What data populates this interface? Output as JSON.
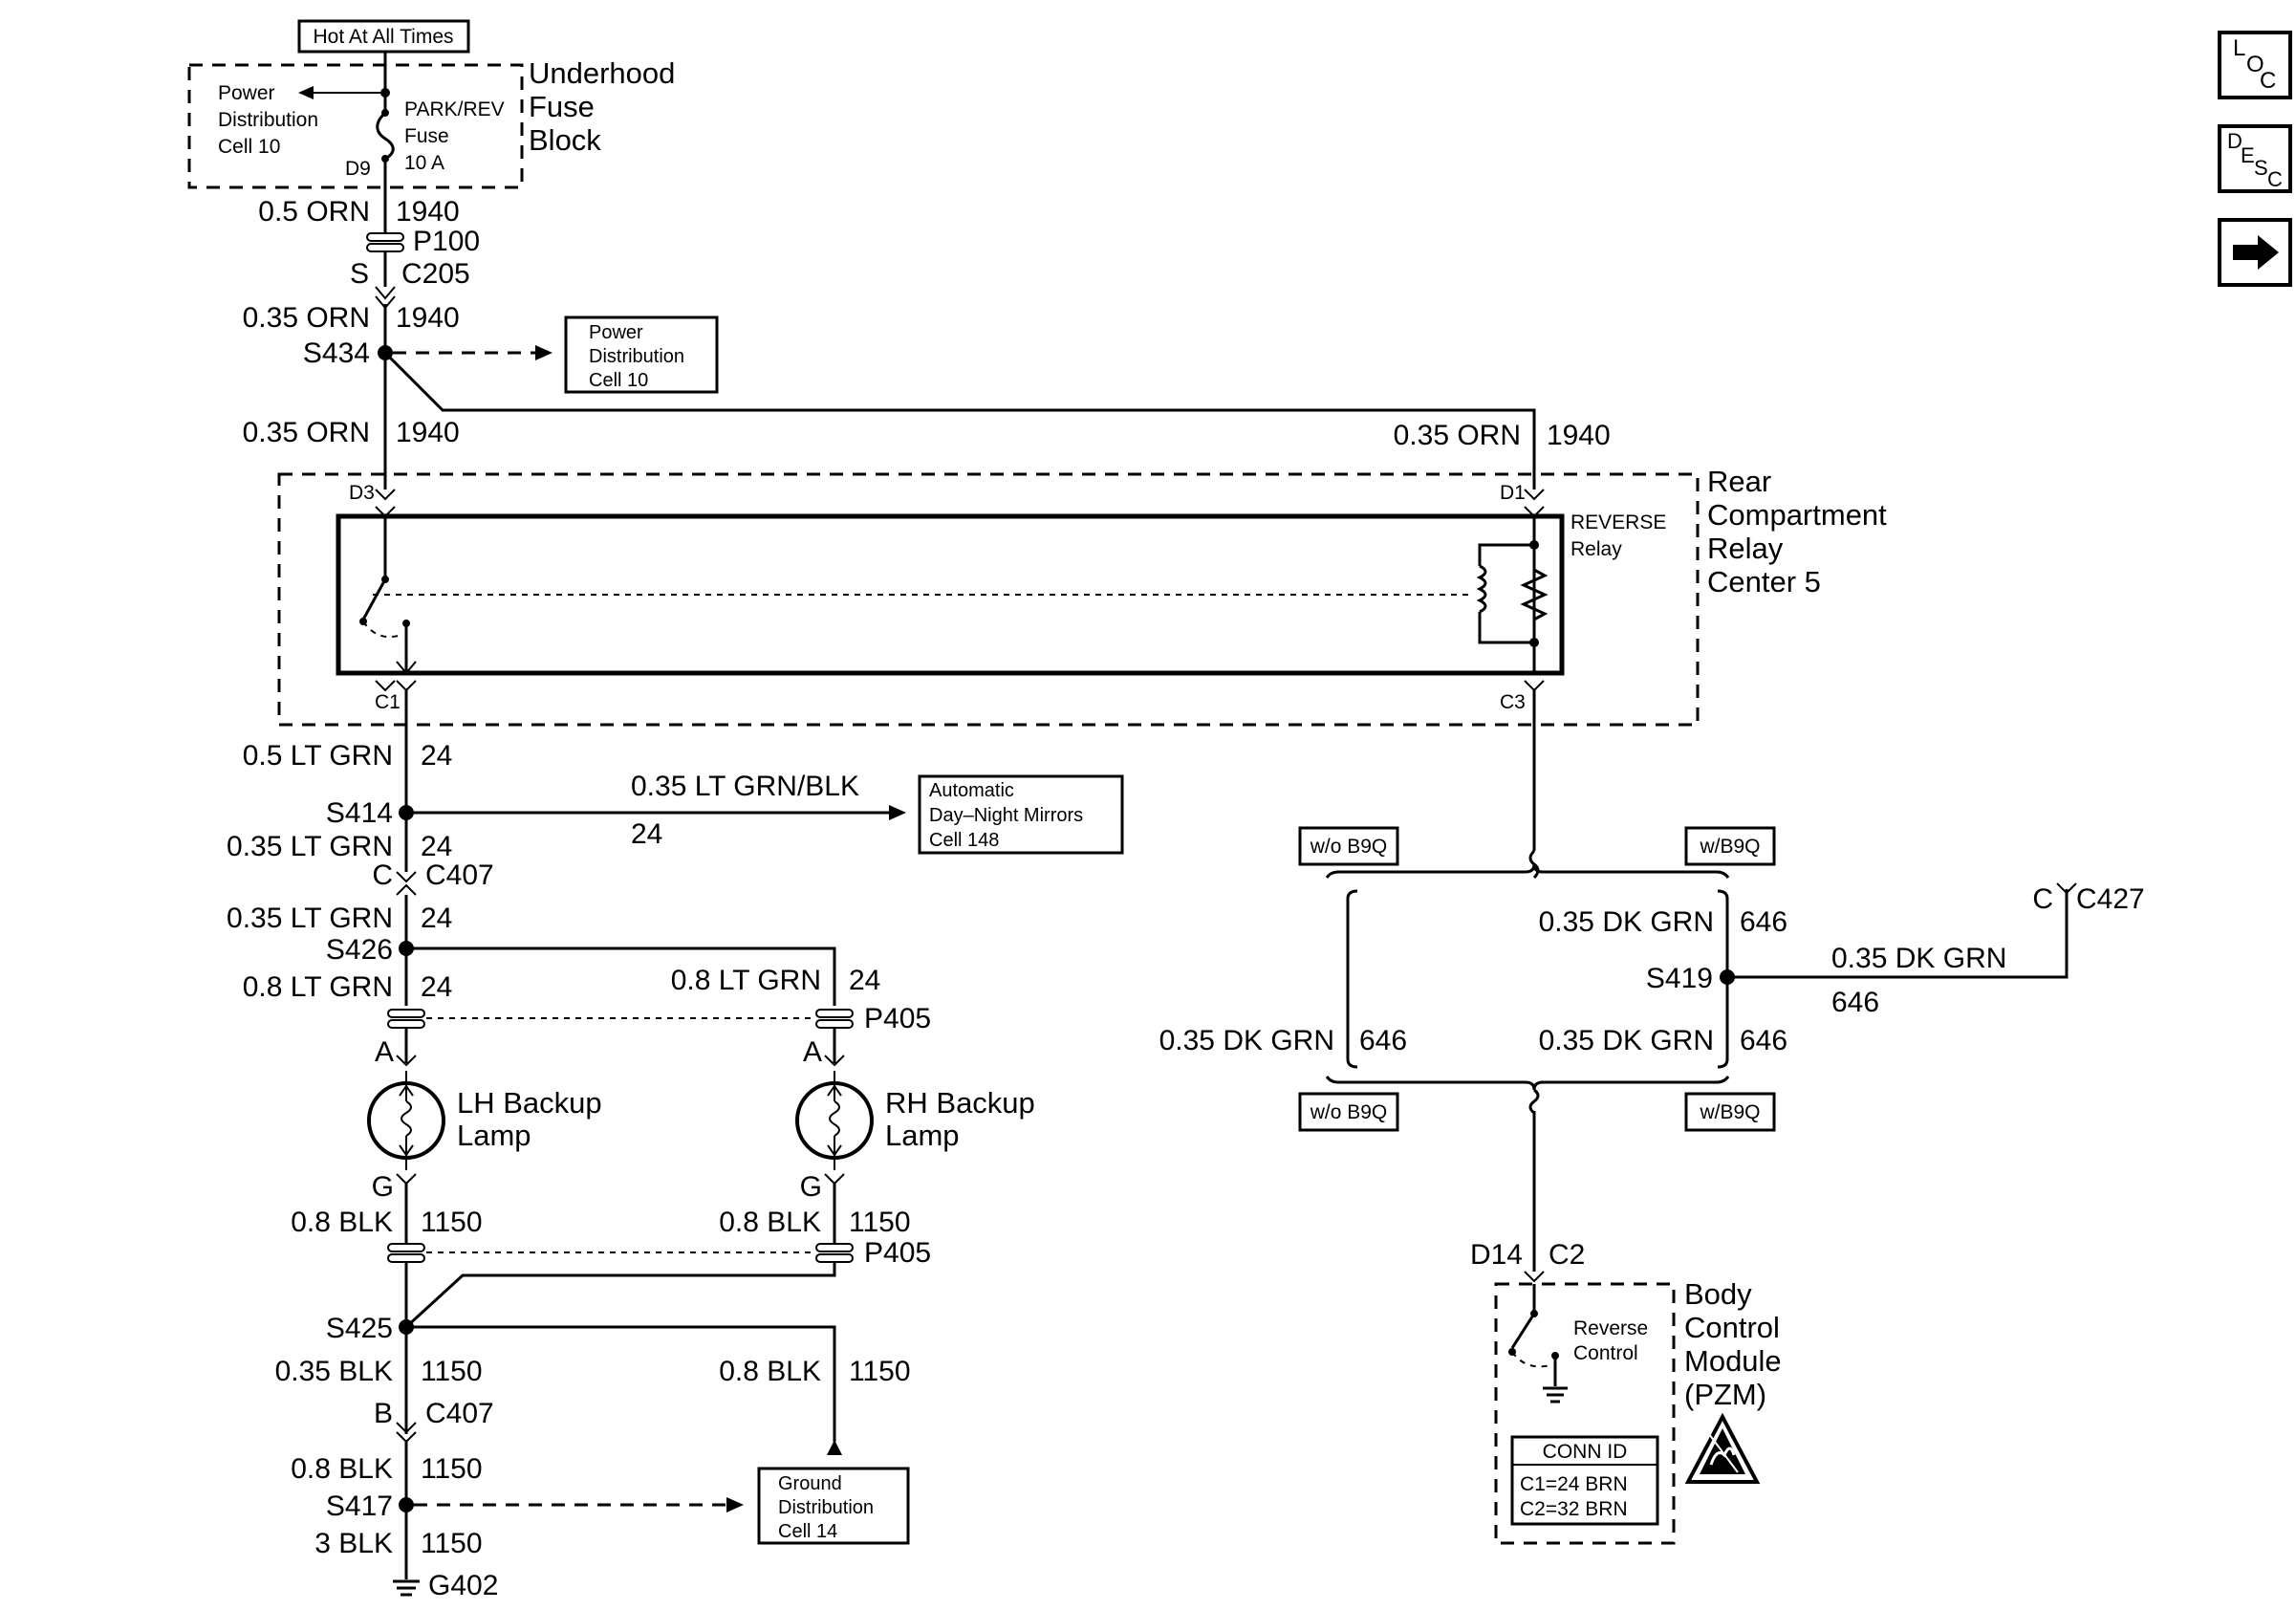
{
  "hot_label": "Hot At All Times",
  "underhood": {
    "line1": "Underhood",
    "line2": "Fuse",
    "line3": "Block"
  },
  "fuse": {
    "line1": "PARK/REV",
    "line2": "Fuse",
    "line3": "10 A",
    "pin": "D9"
  },
  "pd_cell_top": {
    "line1": "Power",
    "line2": "Distribution",
    "line3": "Cell 10"
  },
  "pd_cell_box": {
    "line1": "Power",
    "line2": "Distribution",
    "line3": "Cell 10"
  },
  "wire_05orn": "0.5 ORN",
  "wire_035orn": "0.35 ORN",
  "circuit_1940": "1940",
  "p100": "P100",
  "c205": {
    "letter": "S",
    "name": "C205"
  },
  "s434": "S434",
  "rear_center": {
    "line1": "Rear",
    "line2": "Compartment",
    "line3": "Relay",
    "line4": "Center 5"
  },
  "relay": {
    "line1": "REVERSE",
    "line2": "Relay"
  },
  "pins": {
    "d3": "D3",
    "d1": "D1",
    "c1": "C1",
    "c3": "C3"
  },
  "wire_05ltgrn": "0.5 LT GRN",
  "wire_035ltgrn": "0.35 LT GRN",
  "wire_08ltgrn": "0.8 LT GRN",
  "wire_035ltgrnblk": "0.35 LT GRN/BLK",
  "circuit_24": "24",
  "s414": "S414",
  "mirrors": {
    "line1": "Automatic",
    "line2": "Day–Night Mirrors",
    "line3": "Cell 148"
  },
  "c407a": {
    "letter": "C",
    "name": "C407"
  },
  "s426": "S426",
  "p405": "P405",
  "pin_a": "A",
  "pin_g": "G",
  "lh_lamp": {
    "line1": "LH Backup",
    "line2": "Lamp"
  },
  "rh_lamp": {
    "line1": "RH Backup",
    "line2": "Lamp"
  },
  "wire_08blk": "0.8 BLK",
  "wire_035blk": "0.35 BLK",
  "wire_3blk": "3 BLK",
  "circuit_1150": "1150",
  "s425": "S425",
  "c407b": {
    "letter": "B",
    "name": "C407"
  },
  "s417": "S417",
  "ground_cell": {
    "line1": "Ground",
    "line2": "Distribution",
    "line3": "Cell 14"
  },
  "g402": "G402",
  "option_wo": "w/o B9Q",
  "option_w": "w/B9Q",
  "wire_035dkgrn": "0.35 DK GRN",
  "circuit_646": "646",
  "s419": "S419",
  "c427": {
    "letter": "C",
    "name": "C427"
  },
  "bcm_pins": {
    "pin": "D14",
    "conn": "C2"
  },
  "bcm": {
    "line1": "Body",
    "line2": "Control",
    "line3": "Module",
    "line4": "(PZM)"
  },
  "reverse_control": {
    "line1": "Reverse",
    "line2": "Control"
  },
  "conn_id": {
    "title": "CONN ID",
    "c1": "C1=24 BRN",
    "c2": "C2=32 BRN"
  },
  "nav": {
    "loc_letters": [
      "L",
      "O",
      "C"
    ],
    "desc_letters": [
      "D",
      "E",
      "S",
      "C"
    ]
  }
}
